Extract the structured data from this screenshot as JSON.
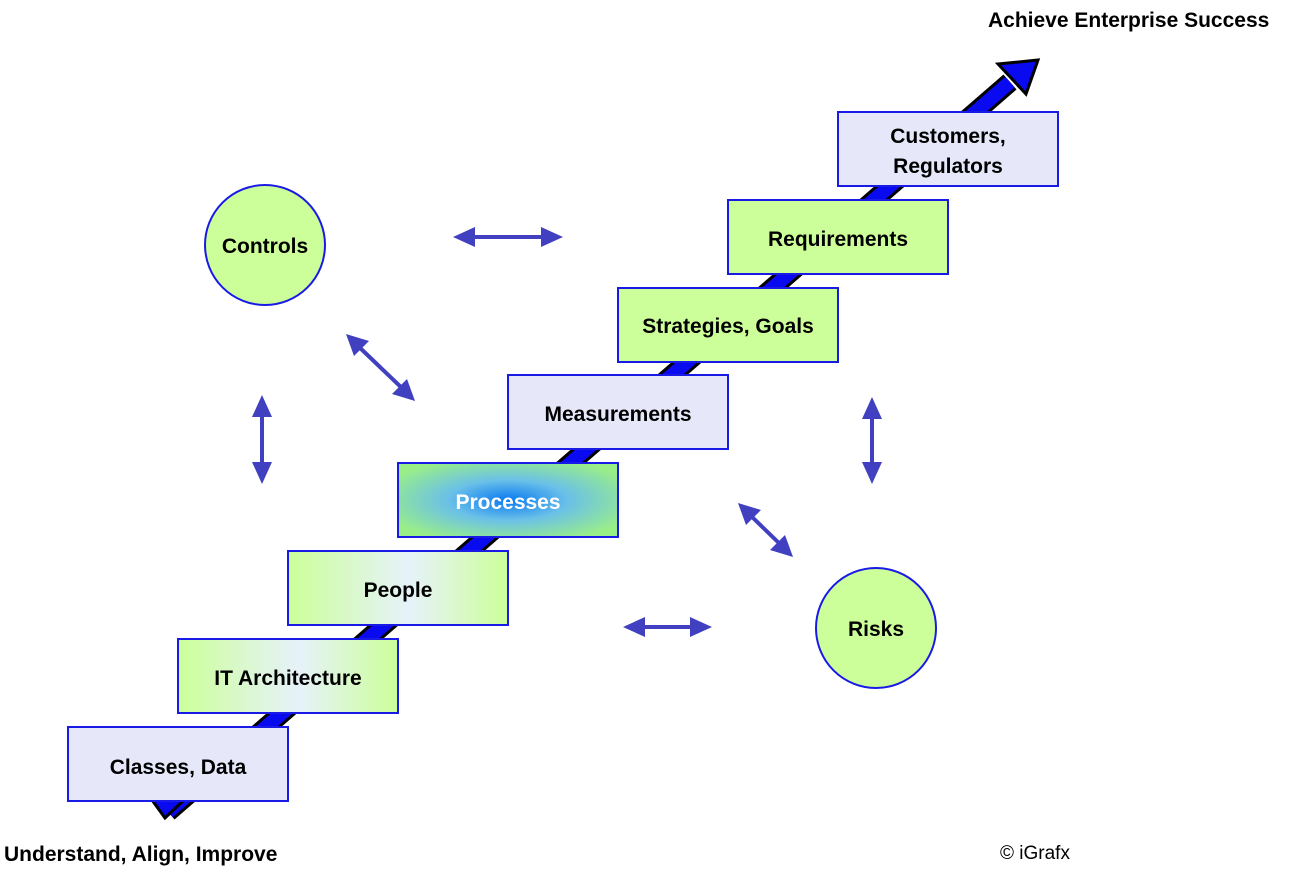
{
  "captions": {
    "top": "Achieve Enterprise Success",
    "bottom": "Understand, Align, Improve",
    "copyright": "© iGrafx"
  },
  "steps": [
    {
      "id": "classes-data",
      "lines": [
        "Classes, Data"
      ],
      "style": "lavender"
    },
    {
      "id": "it-architecture",
      "lines": [
        "IT Architecture"
      ],
      "style": "green-fade"
    },
    {
      "id": "people",
      "lines": [
        "People"
      ],
      "style": "green-fade"
    },
    {
      "id": "processes",
      "lines": [
        "Processes"
      ],
      "style": "blue-glow"
    },
    {
      "id": "measurements",
      "lines": [
        "Measurements"
      ],
      "style": "lavender"
    },
    {
      "id": "strategies-goals",
      "lines": [
        "Strategies, Goals"
      ],
      "style": "green"
    },
    {
      "id": "requirements",
      "lines": [
        "Requirements"
      ],
      "style": "green"
    },
    {
      "id": "customers-regulators",
      "lines": [
        "Customers,",
        "Regulators"
      ],
      "style": "lavender"
    }
  ],
  "circles": [
    {
      "id": "controls",
      "label": "Controls"
    },
    {
      "id": "risks",
      "label": "Risks"
    }
  ],
  "colors": {
    "lavender_fill": "#E6E8FA",
    "green_fill": "#CCFF99",
    "box_border": "#1A1AE6",
    "main_arrow": "#0A0AF0",
    "link_arrows": "#4040C0"
  }
}
